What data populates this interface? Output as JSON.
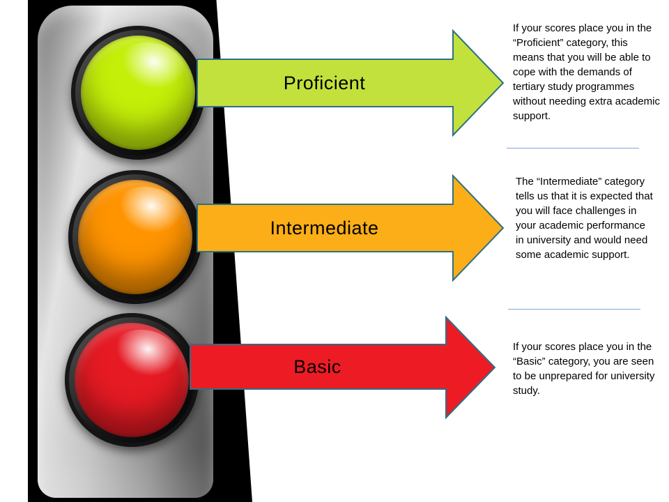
{
  "slide": {
    "background": "#ffffff"
  },
  "traffic_light": {
    "lights": [
      {
        "name": "green-light",
        "color": "#c4ef09"
      },
      {
        "name": "orange-light",
        "color": "#ff9400"
      },
      {
        "name": "red-light",
        "color": "#e61a23"
      }
    ]
  },
  "arrows": [
    {
      "label": "Proficient",
      "fill": "#c3e13c",
      "border": "#2e6f84",
      "description": "If your scores place you in the “Proficient” category, this means that you will be able to cope with the demands of tertiary study programmes without needing extra academic support."
    },
    {
      "label": "Intermediate",
      "fill": "#fbae17",
      "border": "#2e6f84",
      "description": "The “Intermediate” category tells us that it is expected that you will face challenges in your academic performance in university and would need some academic support."
    },
    {
      "label": "Basic",
      "fill": "#ed1c24",
      "border": "#2e6f84",
      "description": "If your scores place you in the “Basic” category, you are seen to be unprepared for university study."
    }
  ]
}
